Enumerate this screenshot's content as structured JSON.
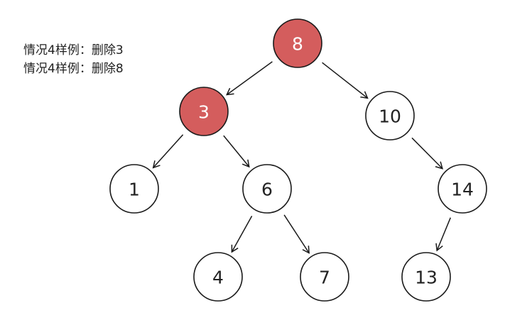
{
  "notes": [
    "情况4样例：删除3",
    "情况4样例：删除8"
  ],
  "colors": {
    "highlight_fill": "#D45D5D",
    "normal_fill": "#FFFFFF",
    "highlight_text": "#FFFFFF",
    "normal_text": "#222222",
    "stroke": "#1A1A1A"
  },
  "tree": {
    "nodes": [
      {
        "id": "n8",
        "label": "8",
        "highlighted": true
      },
      {
        "id": "n3",
        "label": "3",
        "highlighted": true
      },
      {
        "id": "n10",
        "label": "10",
        "highlighted": false
      },
      {
        "id": "n1",
        "label": "1",
        "highlighted": false
      },
      {
        "id": "n6",
        "label": "6",
        "highlighted": false
      },
      {
        "id": "n14",
        "label": "14",
        "highlighted": false
      },
      {
        "id": "n4",
        "label": "4",
        "highlighted": false
      },
      {
        "id": "n7",
        "label": "7",
        "highlighted": false
      },
      {
        "id": "n13",
        "label": "13",
        "highlighted": false
      }
    ],
    "edges": [
      {
        "from": "n8",
        "to": "n3"
      },
      {
        "from": "n8",
        "to": "n10"
      },
      {
        "from": "n3",
        "to": "n1"
      },
      {
        "from": "n3",
        "to": "n6"
      },
      {
        "from": "n10",
        "to": "n14"
      },
      {
        "from": "n6",
        "to": "n4"
      },
      {
        "from": "n6",
        "to": "n7"
      },
      {
        "from": "n14",
        "to": "n13"
      }
    ]
  }
}
